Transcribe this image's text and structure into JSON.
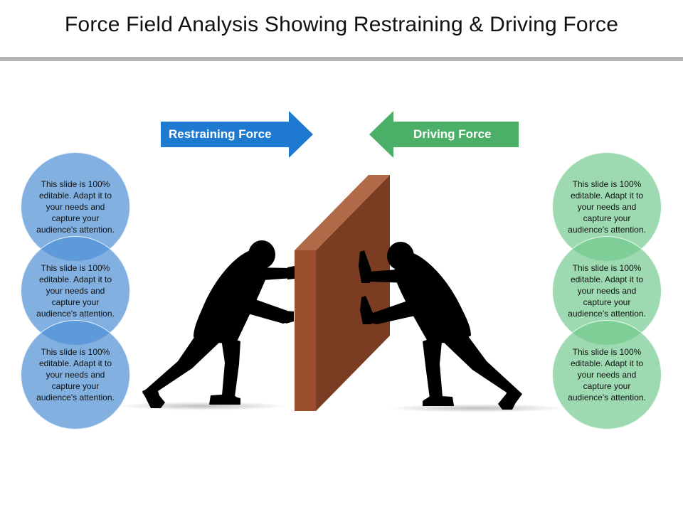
{
  "title": "Force Field Analysis Showing Restraining & Driving Force",
  "arrows": {
    "restraining": {
      "label": "Restraining Force",
      "color": "#1e7ad1"
    },
    "driving": {
      "label": "Driving Force",
      "color": "#4caf68"
    }
  },
  "left_circles": [
    {
      "text": "This slide is 100% editable. Adapt it to your needs and capture your audience's attention."
    },
    {
      "text": "This slide is 100% editable. Adapt it to your needs and capture your audience's attention."
    },
    {
      "text": "This slide is 100% editable. Adapt it to your needs and capture your audience's attention."
    }
  ],
  "right_circles": [
    {
      "text": "This slide is 100% editable. Adapt it to your needs and capture your audience's attention."
    },
    {
      "text": "This slide is 100% editable. Adapt it to your needs and capture your audience's attention."
    },
    {
      "text": "This slide is 100% editable. Adapt it to your needs and capture your audience's attention."
    }
  ],
  "colors": {
    "wall_front": "#9c4f2c",
    "wall_side": "#7a3d21",
    "wall_top": "#b06a47",
    "silhouette": "#000000"
  }
}
